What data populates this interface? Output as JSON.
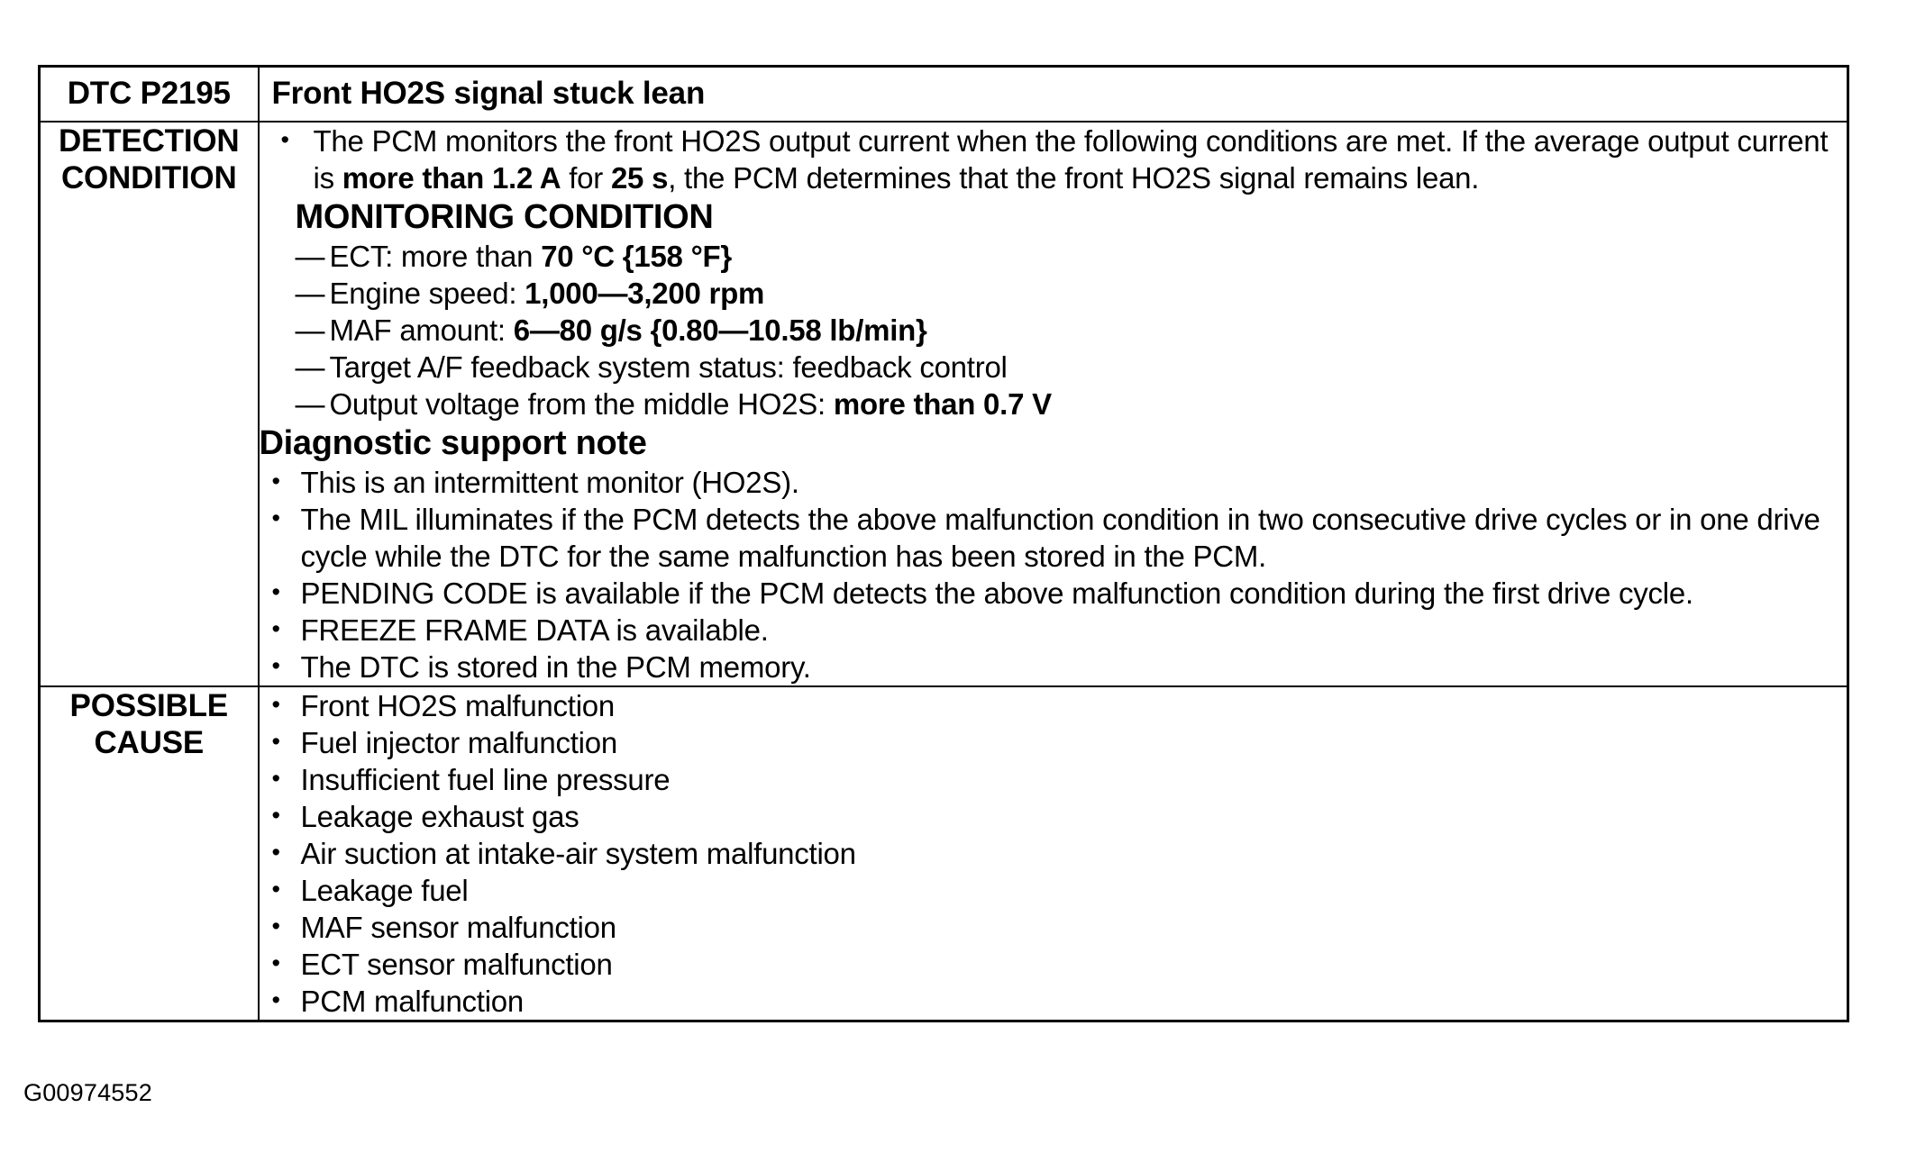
{
  "header": {
    "dtc_code": "DTC P2195",
    "dtc_title": "Front HO2S signal stuck lean"
  },
  "detection": {
    "label_line1": "DETECTION",
    "label_line2": "CONDITION",
    "intro_bullet": {
      "part1": "The PCM monitors the front HO2S output current when the following conditions are met. If the average output current is ",
      "bold1": "more than 1.2 A",
      "part2": " for ",
      "bold2": "25 s",
      "part3": ", the PCM determines that the front HO2S signal remains lean."
    },
    "monitoring_heading": "MONITORING CONDITION",
    "monitoring_items": [
      {
        "text": "ECT: more than ",
        "bold": "70 °C {158 °F}",
        "tail": ""
      },
      {
        "text": "Engine speed: ",
        "bold": "1,000—3,200 rpm",
        "tail": ""
      },
      {
        "text": "MAF amount: ",
        "bold": "6—80 g/s {0.80—10.58 lb/min}",
        "tail": ""
      },
      {
        "text": "Target A/F feedback system status: feedback control",
        "bold": "",
        "tail": ""
      },
      {
        "text": "Output voltage from the middle HO2S: ",
        "bold": "more than 0.7 V",
        "tail": ""
      }
    ],
    "note_heading": "Diagnostic support note",
    "note_items": [
      "This is an intermittent monitor (HO2S).",
      "The MIL illuminates if the PCM detects the above malfunction condition in two consecutive drive cycles or in one drive cycle while the DTC for the same malfunction has been stored in the PCM.",
      "PENDING CODE is available if the PCM detects the above malfunction condition during the first drive cycle.",
      "FREEZE FRAME DATA is available.",
      "The DTC is stored in the PCM memory."
    ]
  },
  "possible_cause": {
    "label_line1": "POSSIBLE",
    "label_line2": "CAUSE",
    "items": [
      "Front HO2S malfunction",
      "Fuel injector malfunction",
      "Insufficient fuel line pressure",
      "Leakage exhaust gas",
      "Air suction at intake-air system malfunction",
      "Leakage fuel",
      "MAF sensor malfunction",
      "ECT sensor malfunction",
      "PCM malfunction"
    ]
  },
  "footer": {
    "figure_id": "G00974552"
  }
}
